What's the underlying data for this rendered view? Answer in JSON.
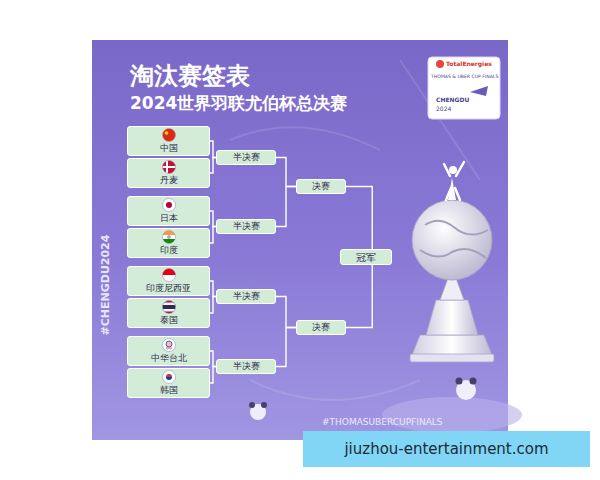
{
  "diagram": {
    "title": "淘汰赛签表",
    "nodes": [
      {
        "text": [
          "中国"
        ]
      },
      {
        "text": [
          "丹麦"
        ]
      },
      {
        "text": [
          "日本"
        ]
      },
      {
        "text": [
          "印度"
        ]
      },
      {
        "text": [
          "印度尼西亚"
        ]
      },
      {
        "text": [
          "泰国"
        ]
      },
      {
        "text": [
          "中华台北"
        ]
      },
      {
        "text": [
          "韩国"
        ]
      },
      {
        "text": [
          "半决赛"
        ]
      },
      {
        "text": [
          "半决赛"
        ]
      },
      {
        "text": [
          "半决赛"
        ]
      },
      {
        "text": [
          "半决赛"
        ]
      },
      {
        "text": [
          "决赛"
        ]
      },
      {
        "text": [
          "决赛"
        ]
      },
      {
        "text": [
          "冠军"
        ]
      }
    ],
    "edges": [
      {
        "from": 0,
        "to": 8,
        "arrow": "none"
      },
      {
        "from": 1,
        "to": 8,
        "arrow": "none"
      },
      {
        "from": 2,
        "to": 9,
        "arrow": "none"
      },
      {
        "from": 3,
        "to": 9,
        "arrow": "none"
      },
      {
        "from": 4,
        "to": 10,
        "arrow": "none"
      },
      {
        "from": 5,
        "to": 10,
        "arrow": "none"
      },
      {
        "from": 6,
        "to": 11,
        "arrow": "none"
      },
      {
        "from": 7,
        "to": 11,
        "arrow": "none"
      },
      {
        "from": 8,
        "to": 12,
        "arrow": "none"
      },
      {
        "from": 9,
        "to": 12,
        "arrow": "none"
      },
      {
        "from": 10,
        "to": 13,
        "arrow": "none"
      },
      {
        "from": 11,
        "to": 13,
        "arrow": "none"
      },
      {
        "from": 12,
        "to": 14,
        "arrow": "none"
      },
      {
        "from": 13,
        "to": 14,
        "arrow": "none"
      }
    ],
    "labels": [
      "2024世界羽联尤伯杯总决赛",
      "TotalEnergies",
      "THOMAS & UBER CUP FINALS",
      "CHENGDU",
      "2024",
      "#CHENGDU2024",
      "#THOMASUBERCUPFINALS",
      "jiuzhou-entertainment.com"
    ]
  }
}
